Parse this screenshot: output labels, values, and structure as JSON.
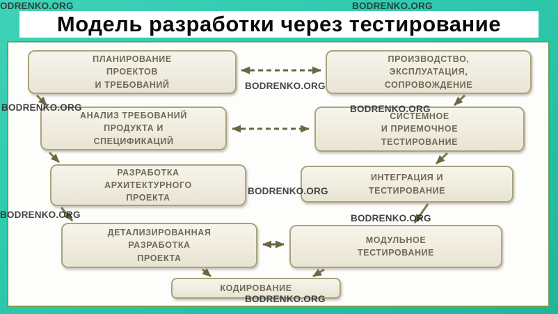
{
  "title": "Модель разработки через тестирование",
  "watermark": {
    "text": "BODRENKO.ORG"
  },
  "diagram": {
    "boxes": [
      {
        "id": "planning",
        "lines": [
          "ПЛАНИРОВАНИЕ",
          "ПРОЕКТОВ",
          "И ТРЕБОВАНИЙ"
        ]
      },
      {
        "id": "requirements-analysis",
        "lines": [
          "АНАЛИЗ ТРЕБОВАНИЙ",
          "ПРОДУКТА И",
          "СПЕЦИФИКАЦИЙ"
        ]
      },
      {
        "id": "architecture-design",
        "lines": [
          "РАЗРАБОТКА",
          "АРХИТЕКТУРНОГО",
          "ПРОЕКТА"
        ]
      },
      {
        "id": "detailed-design",
        "lines": [
          "ДЕТАЛИЗИРОВАННАЯ",
          "РАЗРАБОТКА",
          "ПРОЕКТА"
        ]
      },
      {
        "id": "coding",
        "lines": [
          "КОДИРОВАНИЕ"
        ]
      },
      {
        "id": "production",
        "lines": [
          "ПРОИЗВОДСТВО,",
          "ЭКСПЛУАТАЦИЯ,",
          "СОПРОВОЖДЕНИЕ"
        ]
      },
      {
        "id": "system-testing",
        "lines": [
          "СИСТЕМНОЕ",
          "И ПРИЕМОЧНОЕ",
          "ТЕСТИРОВАНИЕ"
        ]
      },
      {
        "id": "integration-testing",
        "lines": [
          "ИНТЕГРАЦИЯ И",
          "ТЕСТИРОВАНИЕ"
        ]
      },
      {
        "id": "module-testing",
        "lines": [
          "МОДУЛЬНОЕ",
          "ТЕСТИРОВАНИЕ"
        ]
      }
    ]
  },
  "colors": {
    "background_teal": "#2fc7ad",
    "panel_border_green": "#6f9e53",
    "box_fill": "#efebdd",
    "box_border": "#a9a37d",
    "box_text": "#6e6a56",
    "arrow": "#77734c",
    "title_text": "#0a0a0a"
  }
}
